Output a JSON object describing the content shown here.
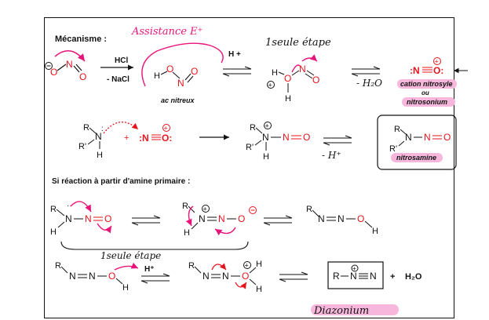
{
  "headings": {
    "mecanisme": "Mécanisme :",
    "primary_amine": "Si réaction à partir d'amine primaire :"
  },
  "handwritten": {
    "assistance": "Assistance E⁺",
    "seule_etape_1": "1seule étape",
    "moins_h2o": "- H₂O",
    "moins_hplus": "- H⁺",
    "seule_etape_2": "1seule étape",
    "diazonium": "Diazonium"
  },
  "reagents": {
    "hcl": "HCl",
    "minus_nacl": "- NaCl",
    "h_plus_top": "H +",
    "h_plus_row4": "H⁺"
  },
  "labels": {
    "ac_nitreux": "ac nitreux",
    "cation_nitrosyle": "cation nitrosyle",
    "ou": "ou",
    "nitrosonium": "nitrosonium",
    "nitrosamine": "nitrosamine",
    "h2o": "H₂O",
    "plus": "+"
  },
  "colors": {
    "ink": "#111111",
    "red": "#e8141c",
    "magenta": "#e8147a",
    "highlight": "#f7b7dc"
  }
}
